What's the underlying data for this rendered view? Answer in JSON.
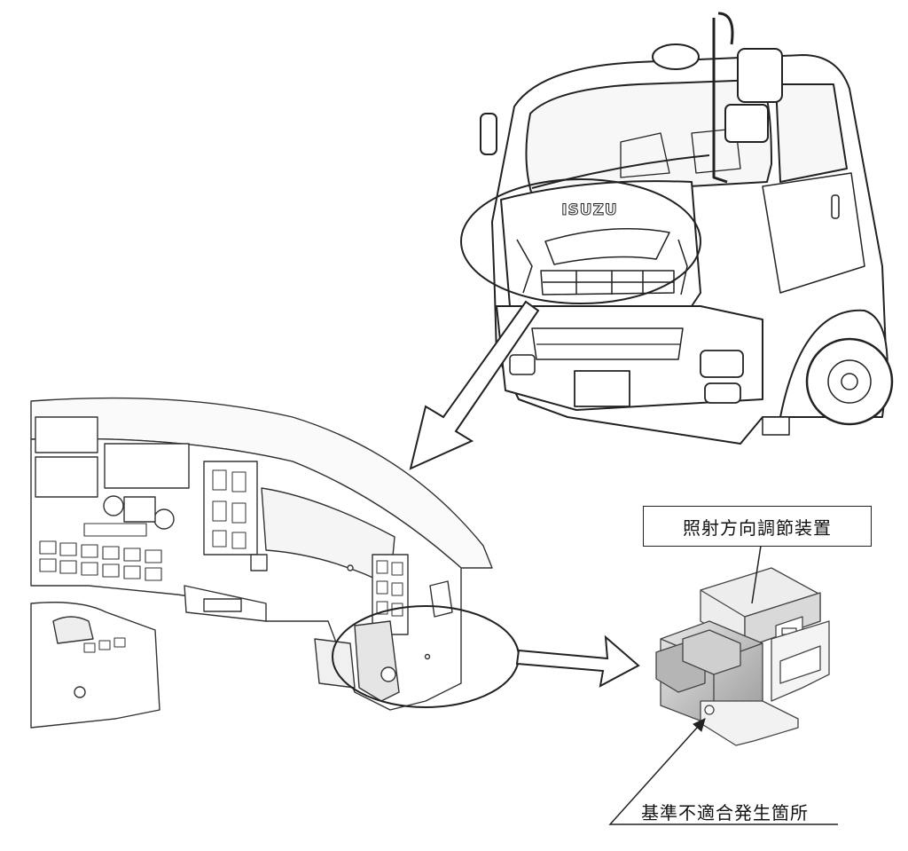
{
  "truck": {
    "brand_badge": "ISUZU"
  },
  "labels": {
    "device": "照射方向調節装置",
    "defect_location": "基準不適合発生箇所"
  },
  "colors": {
    "line": "#222222",
    "shade": "#cfcfcf",
    "dark_shade": "#9a9a9a"
  }
}
